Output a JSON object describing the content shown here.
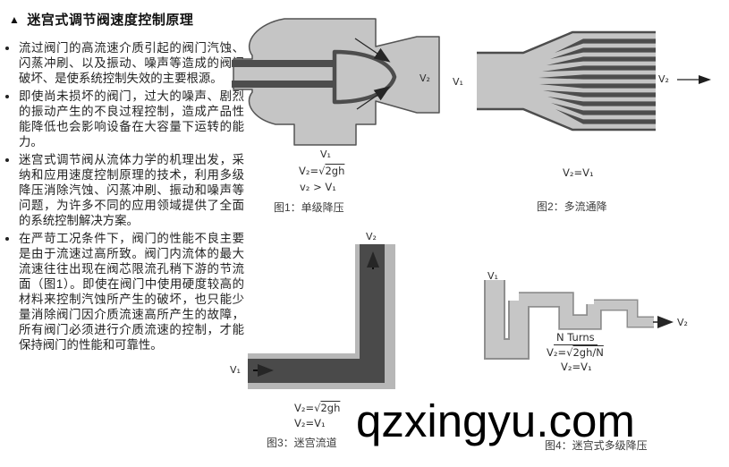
{
  "page": {
    "title_marker": "▲",
    "title": "迷宫式调节阀速度控制原理"
  },
  "bullets": [
    "流过阀门的高流速介质引起的阀门汽蚀、闪蒸冲刷、以及振动、噪声等造成的阀门破坏、是使系统控制失效的主要根源。",
    "即使尚未损坏的阀门，过大的噪声、剧烈的振动产生的不良过程控制，造成产品性能降低也会影响设备在大容量下运转的能力。",
    "迷宫式调节阀从流体力学的机理出发，采纳和应用速度控制原理的技术，利用多级降压消除汽蚀、闪蒸冲刷、振动和噪声等问题，为许多不同的应用领域提供了全面的系统控制解决方案。",
    "在严苛工况条件下，阀门的性能不良主要是由于流速过高所致。阀门内流体的最大流速往往出现在阀芯限流孔稍下游的节流面（图1）。即使在阀门中使用硬度较高的材料来控制汽蚀所产生的破坏，也只能少量消除阀门因介质流速高所产生的故障，所有阀门必须进行介质流速的控制，才能保持阀门的性能和可靠性。"
  ],
  "fig1": {
    "v1": "V₁",
    "v2": "V₂",
    "f1_prefix": "V₂=√",
    "f1_radicand": "2gh",
    "f2": "v₂ > V₁",
    "caption": "图1：单级降压"
  },
  "fig2": {
    "v1": "V₁",
    "v2": "V₂",
    "f1": "V₂=V₁",
    "caption": "图2：多流通降"
  },
  "fig3": {
    "v1": "V₁",
    "v2": "V₂",
    "f1_prefix": "V₂=√",
    "f1_radicand": "2gh",
    "f2": "V₂=V₁",
    "caption": "图3：迷宫流道"
  },
  "fig4": {
    "v1": "V₁",
    "v2": "V₂",
    "turns": "N Turns",
    "f1_prefix": "V₂=√",
    "f1_radicand": "2gh/N",
    "f2": "V₂=V₁",
    "caption": "图4：迷宫式多级降压"
  },
  "watermark": "qzxingyu.com",
  "colors": {
    "diagram_light_gray": "#c5c5c5",
    "diagram_dark_gray": "#4d4d4d",
    "outline": "#545454",
    "text": "#1f1f1f",
    "watermark": "#000000"
  }
}
